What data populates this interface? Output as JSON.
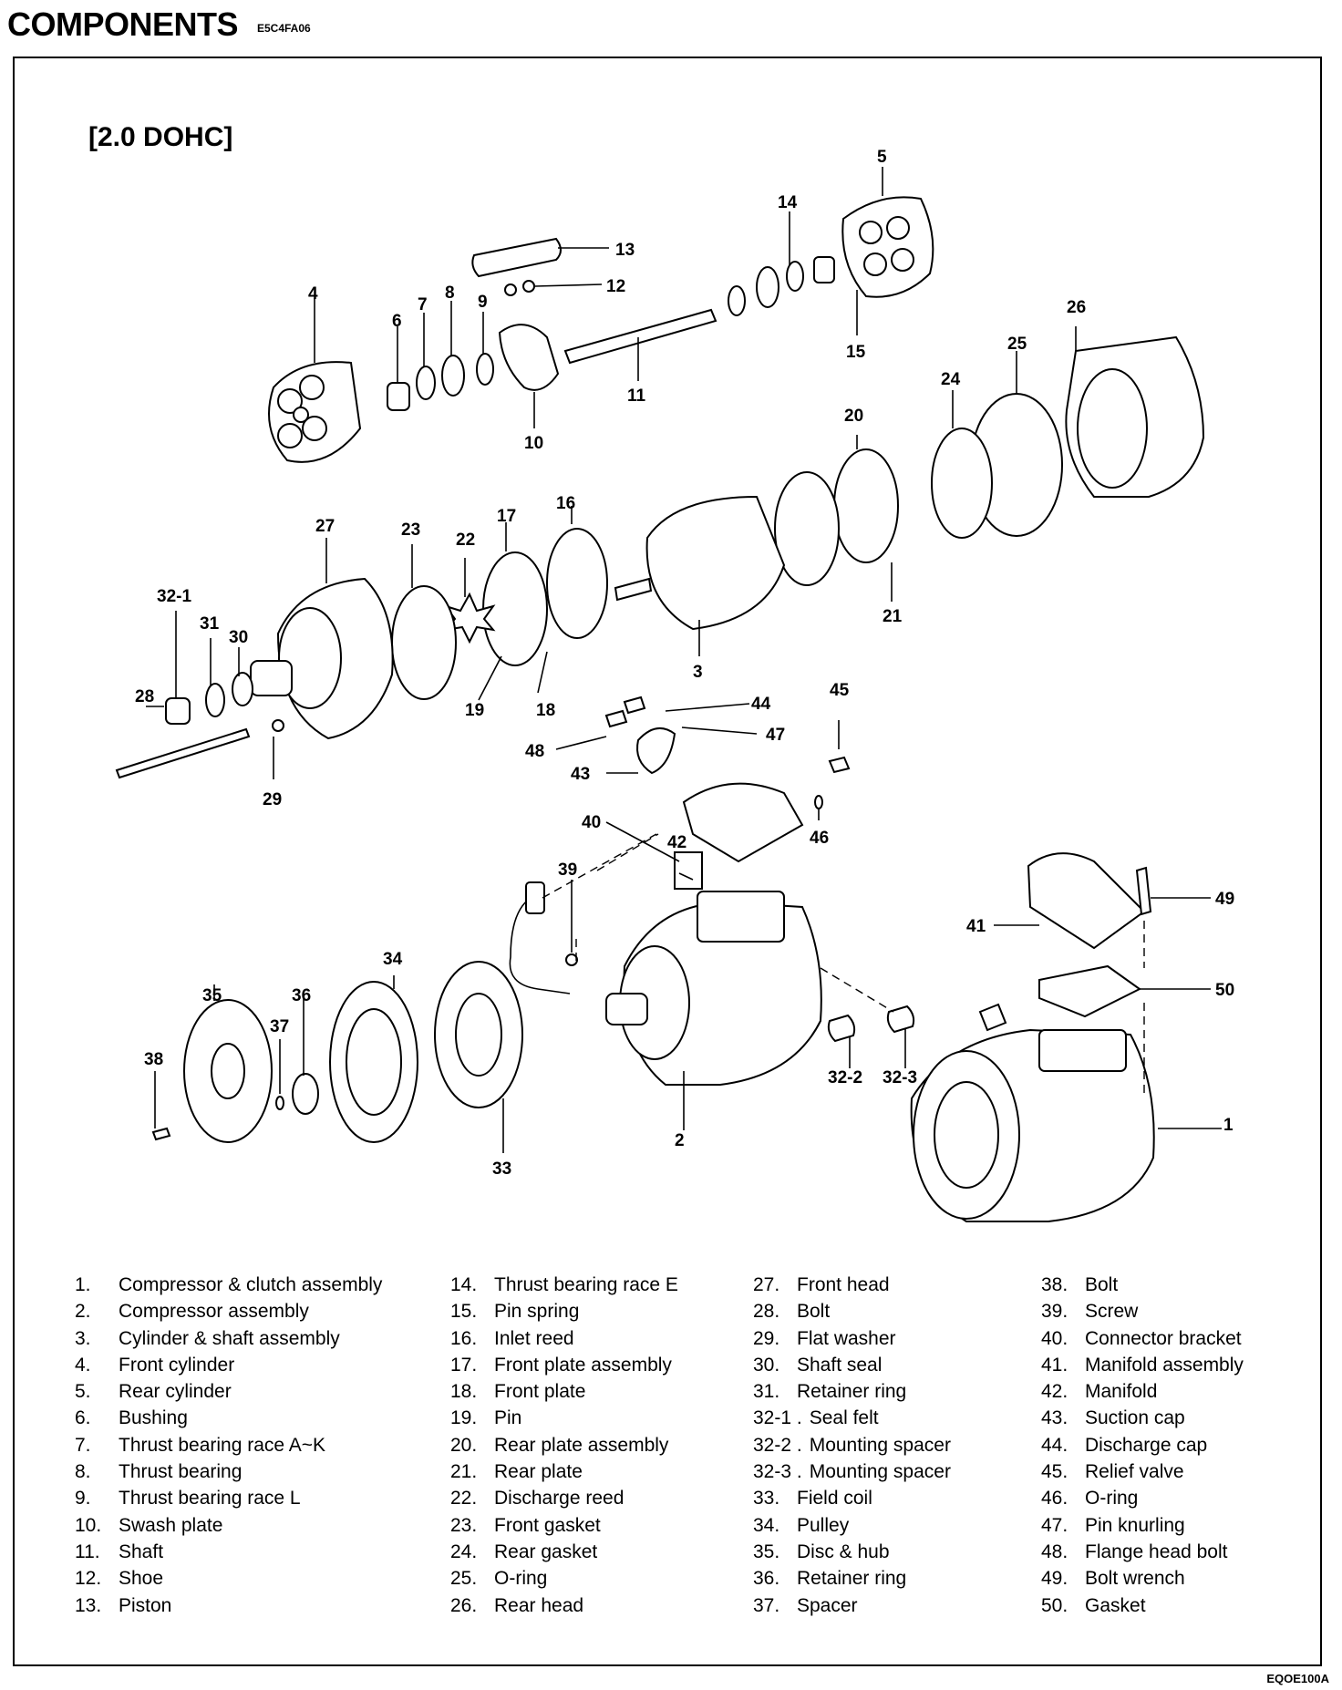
{
  "header": {
    "title": "COMPONENTS",
    "code": "E5C4FA06"
  },
  "variant_label": "[2.0 DOHC]",
  "callouts": {
    "c1": "1",
    "c2": "2",
    "c3": "3",
    "c4": "4",
    "c5": "5",
    "c6": "6",
    "c7": "7",
    "c8": "8",
    "c9": "9",
    "c10": "10",
    "c11": "11",
    "c12": "12",
    "c13": "13",
    "c14": "14",
    "c15": "15",
    "c16": "16",
    "c17": "17",
    "c18": "18",
    "c19": "19",
    "c20": "20",
    "c21": "21",
    "c22": "22",
    "c23": "23",
    "c24": "24",
    "c25": "25",
    "c26": "26",
    "c27": "27",
    "c28": "28",
    "c29": "29",
    "c30": "30",
    "c31": "31",
    "c32_1": "32-1",
    "c32_2": "32-2",
    "c32_3": "32-3",
    "c33": "33",
    "c34": "34",
    "c35": "35",
    "c36": "36",
    "c37": "37",
    "c38": "38",
    "c39": "39",
    "c40": "40",
    "c41": "41",
    "c42": "42",
    "c43": "43",
    "c44": "44",
    "c45": "45",
    "c46": "46",
    "c47": "47",
    "c48": "48",
    "c49": "49",
    "c50": "50"
  },
  "legend": [
    [
      {
        "num": "1.",
        "name": "Compressor & clutch assembly"
      },
      {
        "num": "2.",
        "name": "Compressor assembly"
      },
      {
        "num": "3.",
        "name": "Cylinder & shaft assembly"
      },
      {
        "num": "4.",
        "name": "Front cylinder"
      },
      {
        "num": "5.",
        "name": "Rear cylinder"
      },
      {
        "num": "6.",
        "name": "Bushing"
      },
      {
        "num": "7.",
        "name": "Thrust bearing race A~K"
      },
      {
        "num": "8.",
        "name": "Thrust bearing"
      },
      {
        "num": "9.",
        "name": "Thrust bearing race L"
      },
      {
        "num": "10.",
        "name": "Swash plate"
      },
      {
        "num": "11.",
        "name": "Shaft"
      },
      {
        "num": "12.",
        "name": "Shoe"
      },
      {
        "num": "13.",
        "name": "Piston"
      }
    ],
    [
      {
        "num": "14.",
        "name": "Thrust bearing race E"
      },
      {
        "num": "15.",
        "name": "Pin spring"
      },
      {
        "num": "16.",
        "name": "Inlet reed"
      },
      {
        "num": "17.",
        "name": "Front plate assembly"
      },
      {
        "num": "18.",
        "name": "Front plate"
      },
      {
        "num": "19.",
        "name": "Pin"
      },
      {
        "num": "20.",
        "name": "Rear plate assembly"
      },
      {
        "num": "21.",
        "name": "Rear plate"
      },
      {
        "num": "22.",
        "name": "Discharge reed"
      },
      {
        "num": "23.",
        "name": "Front gasket"
      },
      {
        "num": "24.",
        "name": "Rear gasket"
      },
      {
        "num": "25.",
        "name": "O-ring"
      },
      {
        "num": "26.",
        "name": "Rear head"
      }
    ],
    [
      {
        "num": "27.",
        "name": "Front head"
      },
      {
        "num": "28.",
        "name": "Bolt"
      },
      {
        "num": "29.",
        "name": "Flat washer"
      },
      {
        "num": "30.",
        "name": "Shaft seal"
      },
      {
        "num": "31.",
        "name": "Retainer ring"
      },
      {
        "num": "32-1 .",
        "name": "Seal felt"
      },
      {
        "num": "32-2 .",
        "name": "Mounting spacer"
      },
      {
        "num": "32-3 .",
        "name": "Mounting spacer"
      },
      {
        "num": "33.",
        "name": "Field coil"
      },
      {
        "num": "34.",
        "name": "Pulley"
      },
      {
        "num": "35.",
        "name": "Disc & hub"
      },
      {
        "num": "36.",
        "name": "Retainer ring"
      },
      {
        "num": "37.",
        "name": "Spacer"
      }
    ],
    [
      {
        "num": "38.",
        "name": "Bolt"
      },
      {
        "num": "39.",
        "name": "Screw"
      },
      {
        "num": "40.",
        "name": "Connector bracket"
      },
      {
        "num": "41.",
        "name": "Manifold assembly"
      },
      {
        "num": "42.",
        "name": "Manifold"
      },
      {
        "num": "43.",
        "name": "Suction cap"
      },
      {
        "num": "44.",
        "name": "Discharge cap"
      },
      {
        "num": "45.",
        "name": "Relief valve"
      },
      {
        "num": "46.",
        "name": "O-ring"
      },
      {
        "num": "47.",
        "name": "Pin knurling"
      },
      {
        "num": "48.",
        "name": "Flange head bolt"
      },
      {
        "num": "49.",
        "name": "Bolt wrench"
      },
      {
        "num": "50.",
        "name": "Gasket"
      }
    ]
  ],
  "footer_code": "EQOE100A"
}
